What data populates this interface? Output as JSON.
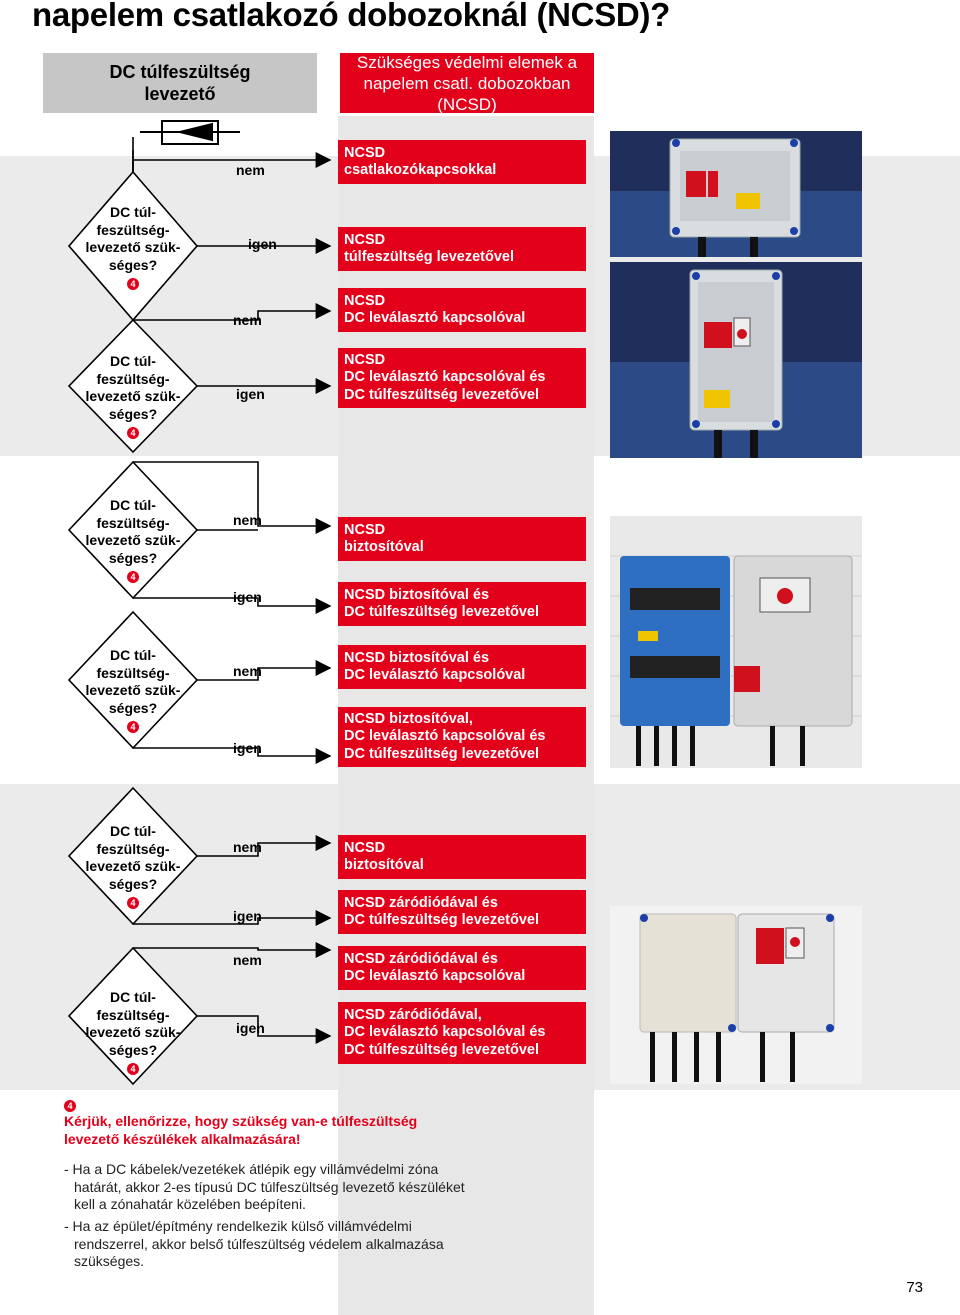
{
  "title": "napelem csatlakozó dobozoknál (NCSD)?",
  "header": {
    "left_line1": "DC túlfeszültség",
    "left_line2": "levezető",
    "right_line1": "Szükséges védelmi elemek a",
    "right_line2": "napelem csatl. dobozokban (NCSD)"
  },
  "decision": {
    "line1": "DC túl-",
    "line2": "feszültség-",
    "line3": "levezető szük-",
    "line4": "séges?",
    "ref": "4"
  },
  "answers": {
    "no": "nem",
    "yes": "igen"
  },
  "boxes": [
    {
      "l1": "NCSD",
      "l2": "csatlakozókapcsokkal",
      "l3": ""
    },
    {
      "l1": "NCSD",
      "l2": "túlfeszültség levezetővel",
      "l3": ""
    },
    {
      "l1": "NCSD",
      "l2": "DC leválasztó kapcsolóval",
      "l3": ""
    },
    {
      "l1": "NCSD",
      "l2": "DC leválasztó kapcsolóval és",
      "l3": "DC túlfeszültség levezetővel"
    },
    {
      "l1": "NCSD",
      "l2": "biztosítóval",
      "l3": ""
    },
    {
      "l1": "NCSD biztosítóval és",
      "l2": "DC túlfeszültség levezetővel",
      "l3": ""
    },
    {
      "l1": "NCSD biztosítóval és",
      "l2": "DC leválasztó kapcsolóval",
      "l3": ""
    },
    {
      "l1": "NCSD biztosítóval,",
      "l2": "DC leválasztó kapcsolóval és",
      "l3": "DC túlfeszültség levezetővel"
    },
    {
      "l1": "NCSD",
      "l2": "biztosítóval",
      "l3": ""
    },
    {
      "l1": "NCSD záródiódával és",
      "l2": "DC túlfeszültség levezetővel",
      "l3": ""
    },
    {
      "l1": "NCSD záródiódával és",
      "l2": "DC leválasztó kapcsolóval",
      "l3": ""
    },
    {
      "l1": "NCSD záródiódával,",
      "l2": "DC leválasztó kapcsolóval és",
      "l3": "DC túlfeszültség levezetővel"
    }
  ],
  "note": {
    "ref": "4",
    "red_line1": "Kérjük, ellenőrizze, hogy szükség van-e túlfeszültség",
    "red_line2": "levezető készülékek alkalmazására!",
    "b1_l1": "- Ha a DC kábelek/vezetékek átlépik egy villámvédelmi zóna",
    "b1_l2": "határát, akkor 2-es típusú DC túlfeszültség levezető készüléket",
    "b1_l3": "kell a zónahatár közelében beépíteni.",
    "b2_l1": "- Ha az épület/építmény rendelkezik külső villámvédelmi",
    "b2_l2": "rendszerrel, akkor belső túlfeszültség védelem alkalmazása",
    "b2_l3": "szükséges."
  },
  "page_number": "73",
  "colors": {
    "red": "#e3001b",
    "grey_band": "#ebebeb",
    "grey_header": "#c6c6c6"
  }
}
